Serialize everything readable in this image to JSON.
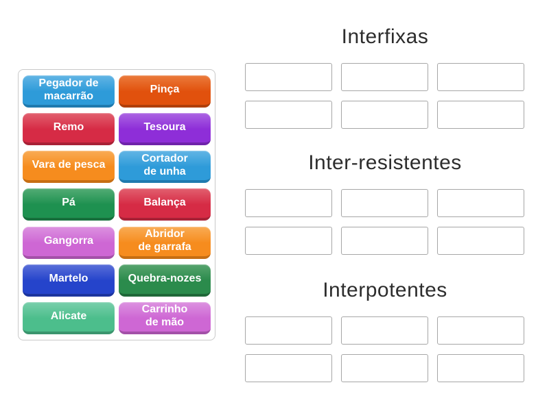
{
  "activity": {
    "type": "group-sort",
    "tiles": [
      {
        "label": "Pegador de\nmacarrão",
        "color": "#2E9BD9",
        "color_top": "#62B5E5",
        "color_bottom": "#1F7AAE"
      },
      {
        "label": "Pinça",
        "color": "#E1510D",
        "color_top": "#EB7B3C",
        "color_bottom": "#B03F0A"
      },
      {
        "label": "Remo",
        "color": "#D62B45",
        "color_top": "#E2606F",
        "color_bottom": "#A82136"
      },
      {
        "label": "Tesoura",
        "color": "#8E2ED8",
        "color_top": "#AB64E3",
        "color_bottom": "#6F23AA"
      },
      {
        "label": "Vara de pesca",
        "color": "#F68C1E",
        "color_top": "#F9AC55",
        "color_bottom": "#C66E13"
      },
      {
        "label": "Cortador\nde unha",
        "color": "#2E9BD9",
        "color_top": "#62B5E5",
        "color_bottom": "#1F7AAE"
      },
      {
        "label": "Pá",
        "color": "#1E9150",
        "color_top": "#53AC75",
        "color_bottom": "#176F3C"
      },
      {
        "label": "Balança",
        "color": "#D62B45",
        "color_top": "#E2606F",
        "color_bottom": "#A82136"
      },
      {
        "label": "Gangorra",
        "color": "#CE67D4",
        "color_top": "#DC92E0",
        "color_bottom": "#A350A8"
      },
      {
        "label": "Abridor\nde garrafa",
        "color": "#F68C1E",
        "color_top": "#F9AC55",
        "color_bottom": "#C66E13"
      },
      {
        "label": "Martelo",
        "color": "#2544CB",
        "color_top": "#5A6FD9",
        "color_bottom": "#1C349E"
      },
      {
        "label": "Quebra-nozes",
        "color": "#2B8B4C",
        "color_top": "#57A46E",
        "color_bottom": "#1F6838"
      },
      {
        "label": "Alicate",
        "color": "#4CBE8C",
        "color_top": "#79CFAB",
        "color_bottom": "#3B956E"
      },
      {
        "label": "Carrinho\nde mão",
        "color": "#CE67D4",
        "color_top": "#DC92E0",
        "color_bottom": "#A350A8"
      }
    ],
    "groups": [
      {
        "title": "Interfixas",
        "slot_count": 6
      },
      {
        "title": "Inter-resistentes",
        "slot_count": 6
      },
      {
        "title": "Interpotentes",
        "slot_count": 6
      }
    ]
  },
  "colors": {
    "page_background": "#ffffff",
    "panel_border": "#c9c9c9",
    "slot_border": "#a6a6a6",
    "group_title_text": "#2d2d2d",
    "tile_text": "#ffffff"
  }
}
